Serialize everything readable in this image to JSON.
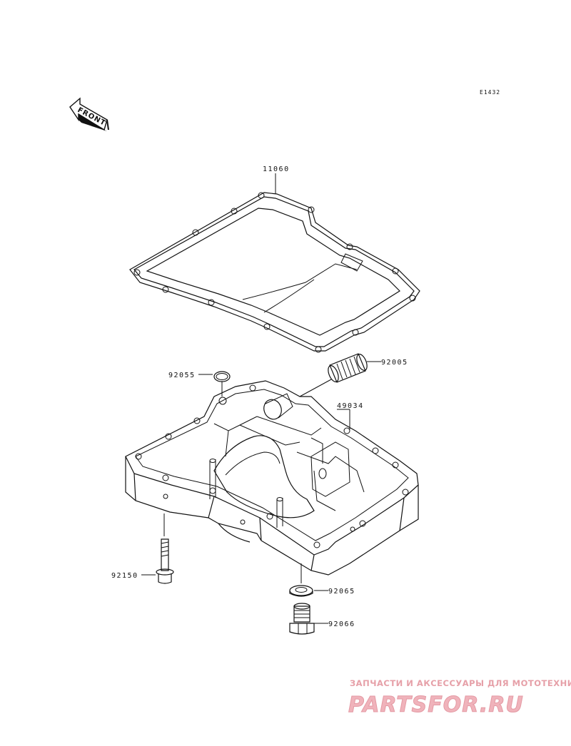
{
  "diagram_code": "E1432",
  "front_label": "FRONT",
  "parts": {
    "gasket": "11060",
    "strainer": "92005",
    "o_ring": "92055",
    "oil_pan": "49034",
    "bolt": "92150",
    "washer": "92065",
    "drain_plug": "92066"
  },
  "watermark": {
    "tagline": "ЗАПЧАСТИ И АКСЕССУАРЫ ДЛЯ МОТОТЕХНИКИ",
    "brand": "PARTSFOR.RU"
  }
}
